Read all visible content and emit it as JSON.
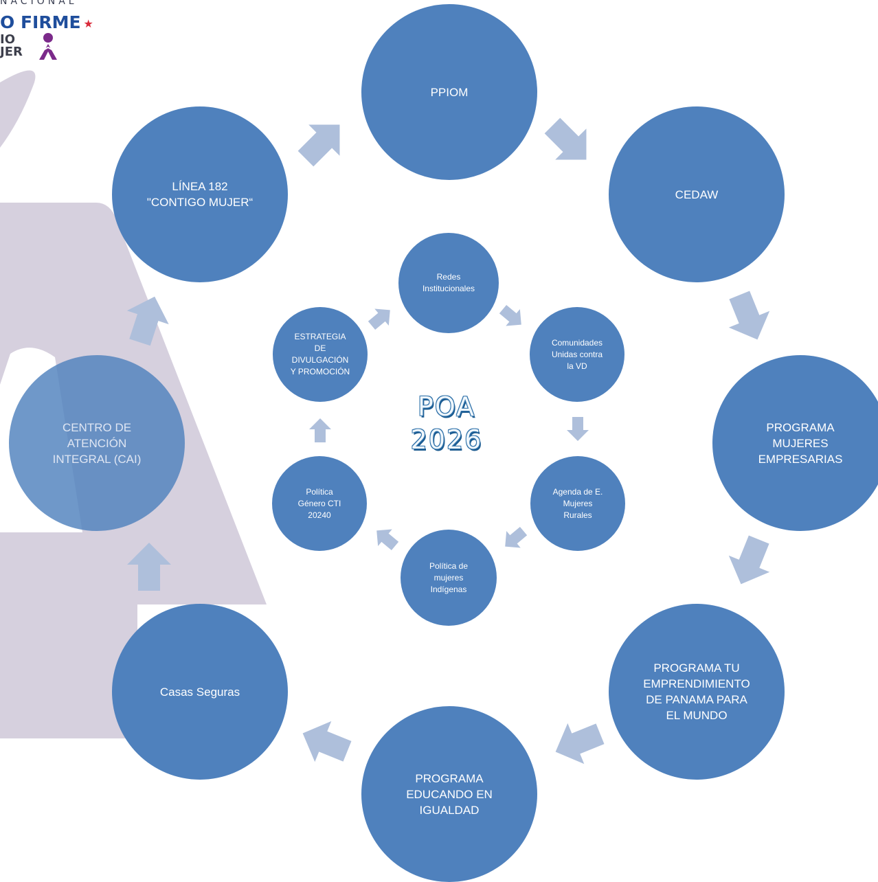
{
  "logo": {
    "line1": "NACIONAL",
    "line2": "O FIRME",
    "star": "★",
    "line3a": "IO",
    "line3b": "JER",
    "icon": "woman-figure-icon",
    "colors": {
      "blue": "#1f4e9c",
      "red": "#d92a3a",
      "purple": "#7b2a8a"
    }
  },
  "center": {
    "title_line1": "POA",
    "title_line2": "2026"
  },
  "outer_cycle": [
    {
      "label": "PPIOM"
    },
    {
      "label": "CEDAW"
    },
    {
      "label": "PROGRAMA\nMUJERES\nEMPRESARIAS"
    },
    {
      "label": "PROGRAMA TU\nEMPRENDIMIENTO\nDE PANAMA PARA\nEL MUNDO"
    },
    {
      "label": "PROGRAMA\nEDUCANDO EN\nIGUALDAD"
    },
    {
      "label": "Casas Seguras"
    },
    {
      "label": "CENTRO DE\nATENCIÓN\nINTEGRAL (CAI)"
    },
    {
      "label": "LÍNEA 182\n\"CONTIGO MUJER“"
    }
  ],
  "inner_cycle": [
    {
      "label": "Redes\nInstitucionales"
    },
    {
      "label": "Comunidades\nUnidas contra\nla VD"
    },
    {
      "label": "Agenda de E.\nMujeres\nRurales"
    },
    {
      "label": "Política de\nmujeres\nIndígenas"
    },
    {
      "label": "Política\nGénero CTI\n20240"
    },
    {
      "label": "ESTRATEGIA\nDE\nDIVULGACIÓN\nY PROMOCIÓN"
    }
  ],
  "colors": {
    "node": "#4f81bd",
    "arrow": "#aebfdb",
    "background_figure": "#d6d0de",
    "text": "#ffffff"
  }
}
